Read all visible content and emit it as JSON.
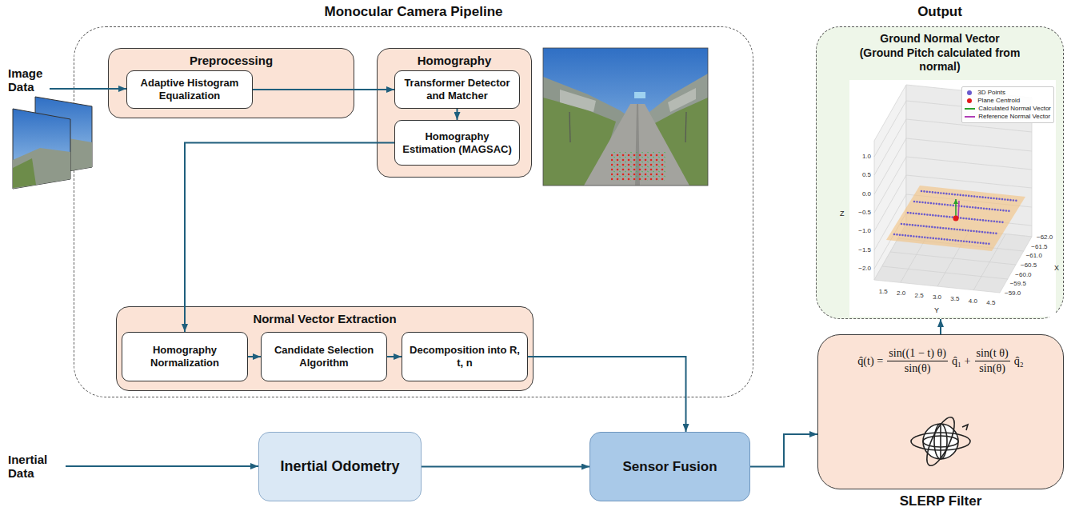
{
  "diagram": {
    "nodes": [
      {
        "text": [
          "Monocular Camera Pipeline"
        ]
      },
      {
        "text": [
          "Preprocessing"
        ],
        "in": 0
      },
      {
        "text": [
          "Adaptive Histogram Equalization"
        ],
        "in": 1
      },
      {
        "text": [
          "Homography"
        ],
        "in": 0
      },
      {
        "text": [
          "Transformer Detector and Matcher"
        ],
        "in": 3
      },
      {
        "text": [
          "Homography Estimation (MAGSAC)"
        ],
        "in": 3
      },
      {
        "text": [
          "Normal Vector Extraction"
        ],
        "in": 0
      },
      {
        "text": [
          "Homography Normalization"
        ],
        "in": 6
      },
      {
        "text": [
          "Candidate Selection Algorithm"
        ],
        "in": 6
      },
      {
        "text": [
          "Decomposition into R, t, n"
        ],
        "in": 6
      },
      {
        "text": [
          "Output",
          "Ground Normal Vector (Ground Pitch calculated from normal)"
        ]
      },
      {
        "text": [
          "Inertial Odometry"
        ]
      },
      {
        "text": [
          "Sensor Fusion"
        ]
      },
      {
        "text": [
          "q̂(t) =",
          "sin((1 − t) θ)",
          "sin(θ)",
          "q̂₁ +",
          "sin(t θ)",
          "sin(θ)",
          "q̂₂",
          "SLERP Filter"
        ]
      }
    ],
    "edges": [
      {
        "from": 2,
        "to": 4,
        "arrow": "to"
      },
      {
        "from": 4,
        "to": 5,
        "arrow": "to"
      },
      {
        "from": 5,
        "to": 7,
        "arrow": "to"
      },
      {
        "from": 7,
        "to": 8,
        "arrow": "to"
      },
      {
        "from": 8,
        "to": 9,
        "arrow": "to"
      },
      {
        "from": 9,
        "to": 12,
        "arrow": "to"
      },
      {
        "from": 11,
        "to": 12,
        "arrow": "to"
      },
      {
        "from": 12,
        "to": 13,
        "arrow": "to"
      },
      {
        "from": 13,
        "to": 10,
        "arrow": "to"
      }
    ],
    "labels": [
      "Image Data",
      "Inertial Data",
      "1.0",
      "0.5",
      "0.0",
      "−0.5",
      "−1.0",
      "−1.5",
      "−2.0",
      "Z",
      "1.5",
      "2.0",
      "2.5",
      "3.0",
      "3.5",
      "4.0",
      "4.5",
      "Y",
      "−62.0",
      "−61.5",
      "−61.0",
      "−60.5",
      "−60.0",
      "−59.5",
      "−59.0",
      "X"
    ],
    "legend": [
      {
        "text": "3D Points",
        "color": "#6a5acd"
      },
      {
        "text": "Plane Centroid",
        "color": "#e31a1c"
      },
      {
        "text": "Calculated Normal Vector"
      },
      {
        "text": "Reference Normal Vector"
      }
    ]
  }
}
